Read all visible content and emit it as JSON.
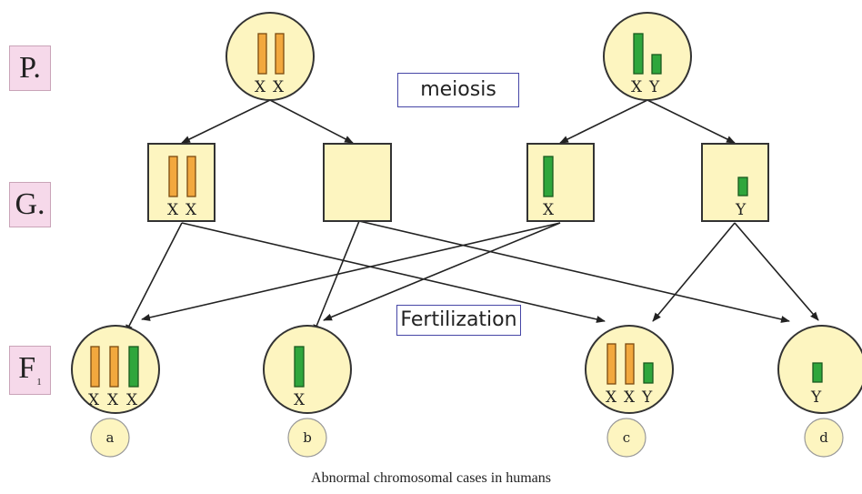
{
  "generation_labels": {
    "parent": "P.",
    "gametes": "G.",
    "f1_letter": "F",
    "f1_sub": "1"
  },
  "box_labels": {
    "meiosis": "meiosis",
    "fertilization": "Fertilization"
  },
  "parents": {
    "mother": [
      "X",
      "X"
    ],
    "father": [
      "X",
      "Y"
    ]
  },
  "gametes": {
    "g1": [
      "X",
      "X"
    ],
    "g2": [],
    "g3": [
      "X"
    ],
    "g4": [
      "Y"
    ]
  },
  "offspring": {
    "a": {
      "letter": "a",
      "chromosomes": [
        "X",
        "X",
        "X"
      ]
    },
    "b": {
      "letter": "b",
      "chromosomes": [
        "X"
      ]
    },
    "c": {
      "letter": "c",
      "chromosomes": [
        "X",
        "X",
        "Y"
      ]
    },
    "d": {
      "letter": "d",
      "chromosomes": [
        "Y"
      ]
    }
  },
  "caption": "Abnormal chromosomal cases in humans",
  "colors": {
    "orange_chromosome": "#f2a83e",
    "green_chromosome": "#2fa63c",
    "cell_fill": "#fdf5c0",
    "label_bg": "#f6d9ea",
    "box_border": "#4646a6"
  }
}
